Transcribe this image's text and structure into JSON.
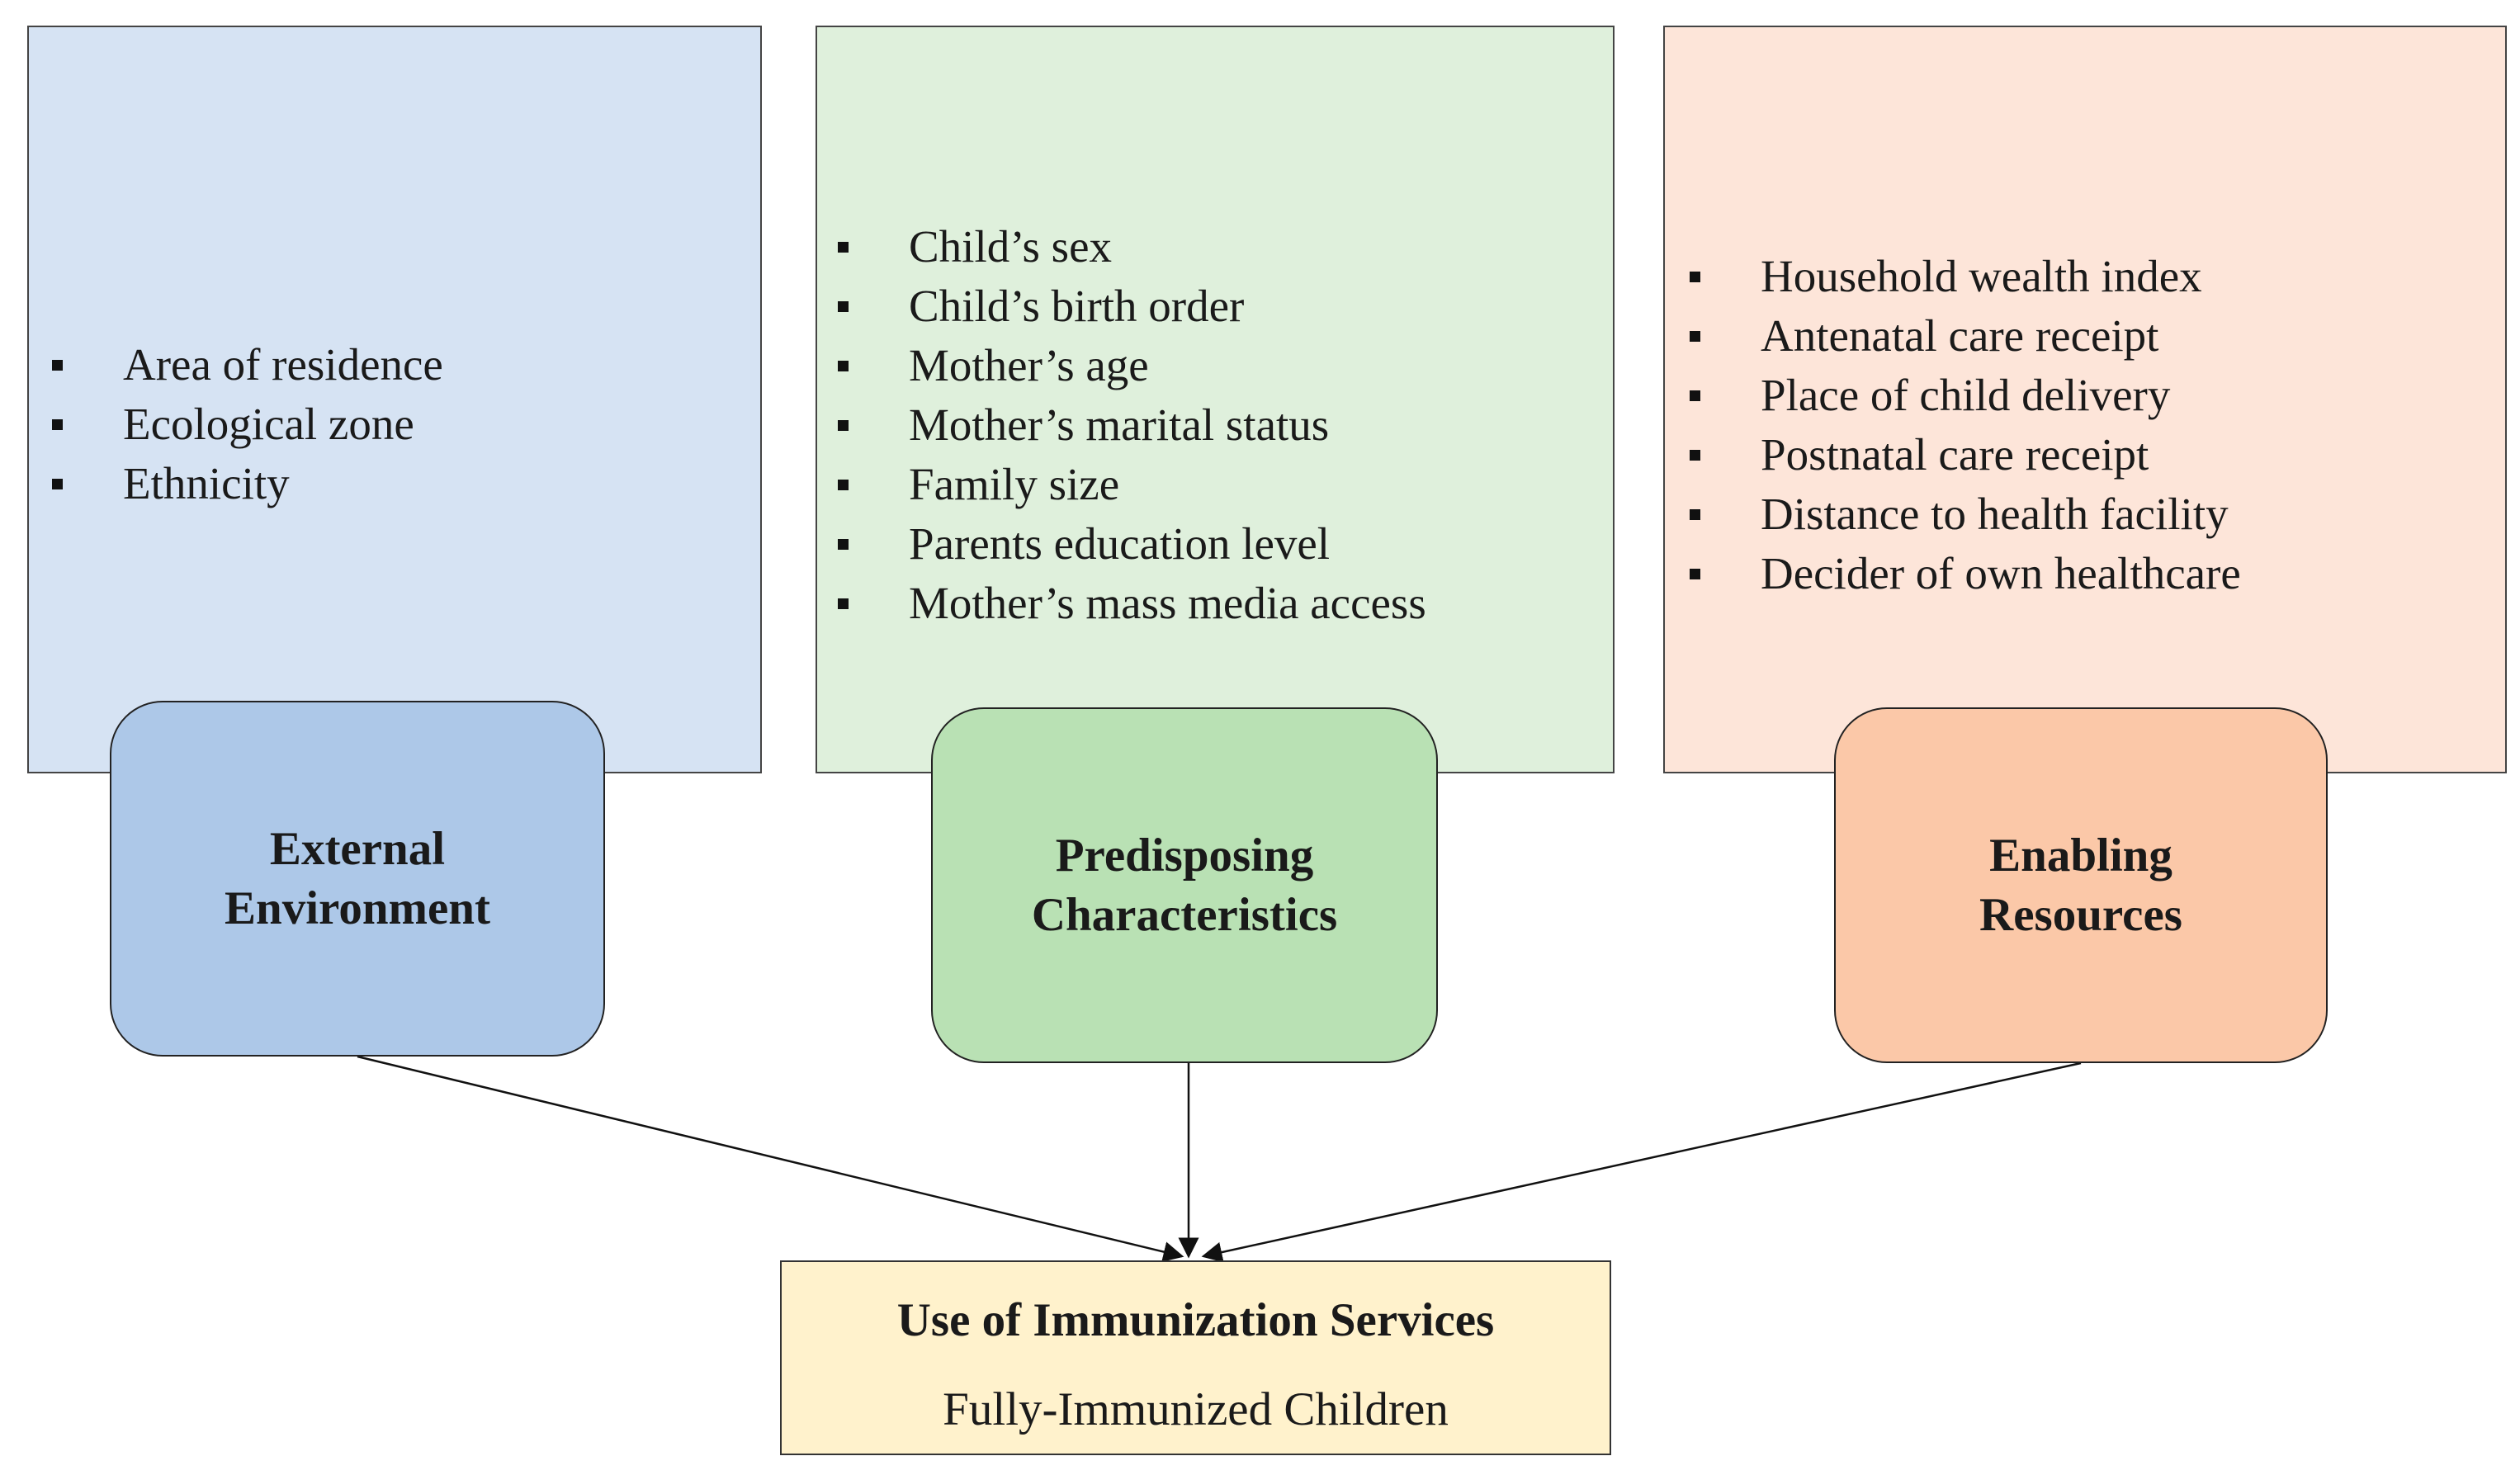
{
  "colors": {
    "external_panel": "#d6e3f3",
    "external_box": "#adc8e8",
    "predisposing_panel": "#dff0dc",
    "predisposing_box": "#b9e1b4",
    "enabling_panel": "#fde5d9",
    "enabling_box": "#fbc8a8",
    "outcome_box": "#fff2cc"
  },
  "categories": [
    {
      "title": "External\nEnvironment",
      "items": [
        "Area of residence",
        "Ecological  zone",
        "Ethnicity"
      ]
    },
    {
      "title": "Predisposing\nCharacteristics",
      "items": [
        "Child’s sex",
        "Child’s birth order",
        "Mother’s age",
        "Mother’s marital  status",
        "Family  size",
        "Parents education level",
        "Mother’s mass media access"
      ]
    },
    {
      "title": "Enabling\nResources",
      "items": [
        "Household wealth index",
        "Antenatal care receipt",
        "Place of child delivery",
        "Postnatal care receipt",
        "Distance to health facility",
        "Decider of own healthcare"
      ]
    }
  ],
  "outcome": {
    "title": "Use of Immunization  Services",
    "subtitle": "Fully-Immunized  Children"
  }
}
